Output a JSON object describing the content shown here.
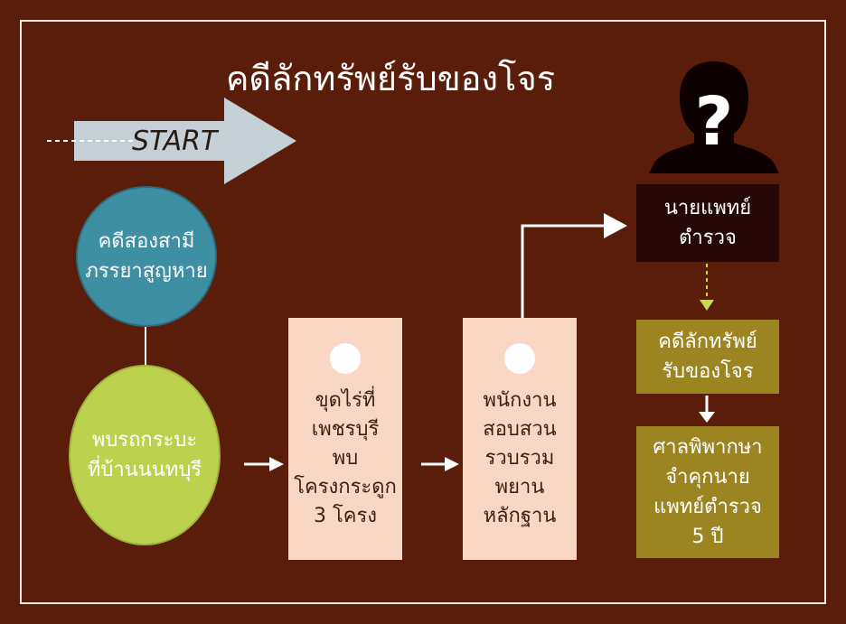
{
  "title": "คดีลักทรัพย์รับของโจร",
  "start_label": "START",
  "unknown_symbol": "?",
  "nodes": {
    "missing_couple": [
      "คดีสองสามี",
      "ภรรยาสูญหาย"
    ],
    "car_found": [
      "พบรถกระบะ",
      "ที่บ้านนนทบุรี"
    ],
    "dig_farm": [
      "ขุดไร่ที่",
      "เพชรบุรี",
      "พบ",
      "โครงกระดูก",
      "3 โครง"
    ],
    "investigator": [
      "พนักงาน",
      "สอบสวน",
      "รวบรวม",
      "พยาน",
      "หลักฐาน"
    ],
    "police_doctor": [
      "นายแพทย์",
      "ตำรวจ"
    ],
    "theft_case": [
      "คดีลักทรัพย์",
      "รับของโจร"
    ],
    "court": [
      "ศาลพิพากษา",
      "จำคุกนาย",
      "แพทย์ตำรวจ",
      "5  ปี"
    ]
  },
  "colors": {
    "background": "#5a1d0a",
    "circle_blue": "#3e8fa3",
    "circle_green": "#bcd24f",
    "peach": "#fad7c4",
    "dark_box": "#260808",
    "olive": "#9c8521",
    "dotted_arrow": "#c8d85a"
  },
  "icons": [
    "silhouette-person-icon",
    "start-arrow-icon",
    "right-arrow-icon",
    "down-arrow-icon"
  ]
}
